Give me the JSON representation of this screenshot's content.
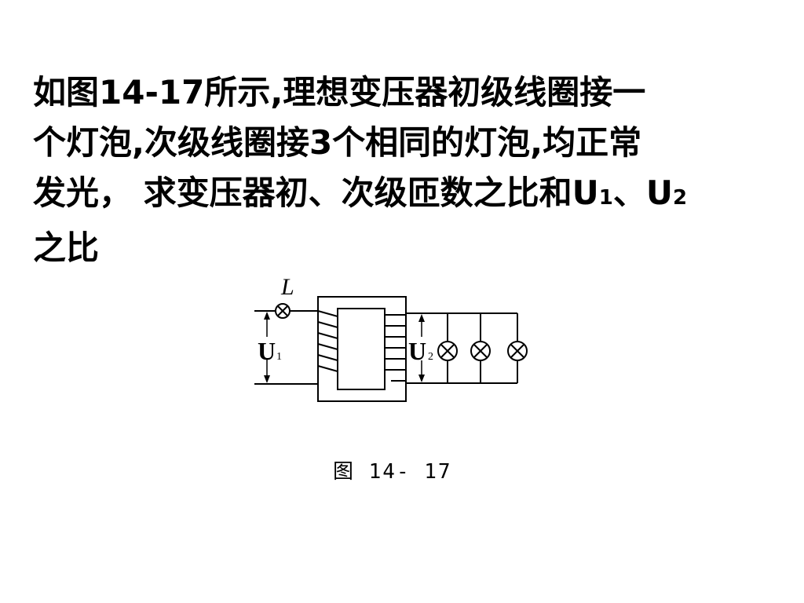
{
  "question": {
    "line1": "如图14-17所示,理想变压器初级线圈接一",
    "line2": "个灯泡,次级线圈接3个相同的灯泡,均正常",
    "line3_pre": "发光， 求变压器初、次级匝数之比和U",
    "line3_sub1": "1",
    "line3_mid": "、U",
    "line3_sub2": "2",
    "line4": "之比"
  },
  "figure": {
    "lamp_label": "L",
    "u1_main": "U",
    "u1_sub": "1",
    "u2_main": "U",
    "u2_sub": "2",
    "caption": "图 14- 17"
  }
}
